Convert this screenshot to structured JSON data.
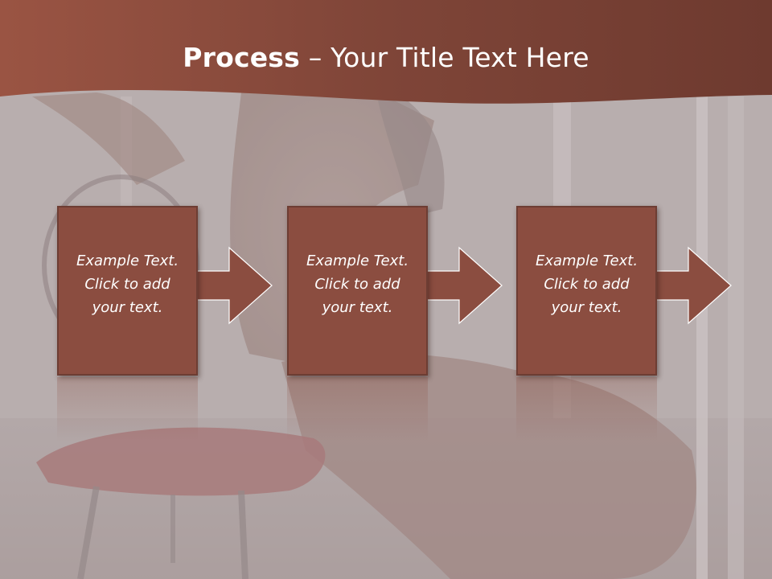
{
  "slide": {
    "title_bold": "Process",
    "title_sep": " – ",
    "title_rest": "Your Title Text Here",
    "steps": [
      {
        "line1": "Example Text.",
        "line2": "Click  to add",
        "line3": "your text."
      },
      {
        "line1": "Example Text.",
        "line2": "Click  to add",
        "line3": "your text."
      },
      {
        "line1": "Example Text.",
        "line2": "Click  to add",
        "line3": "your text."
      }
    ]
  },
  "colors": {
    "header": "#8a4c3f",
    "box_fill": "#8b4d40",
    "box_border": "#6d3d33",
    "arrow_fill": "#8b4d40",
    "text": "#ffffff"
  }
}
